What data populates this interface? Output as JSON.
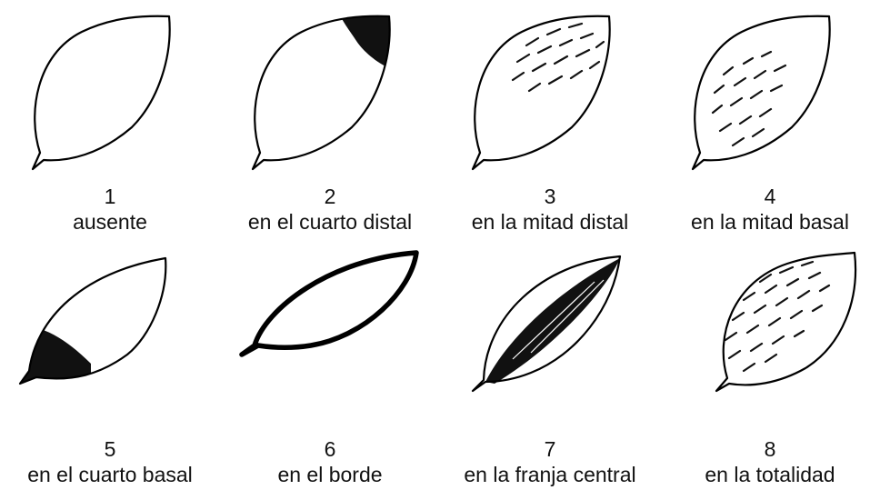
{
  "items": [
    {
      "number": "1",
      "label": "ausente"
    },
    {
      "number": "2",
      "label": "en el cuarto distal"
    },
    {
      "number": "3",
      "label": "en la mitad distal"
    },
    {
      "number": "4",
      "label": "en la mitad basal"
    },
    {
      "number": "5",
      "label": "en el cuarto basal"
    },
    {
      "number": "6",
      "label": "en el borde"
    },
    {
      "number": "7",
      "label": "en la franja central"
    },
    {
      "number": "8",
      "label": "en la totalidad"
    }
  ]
}
